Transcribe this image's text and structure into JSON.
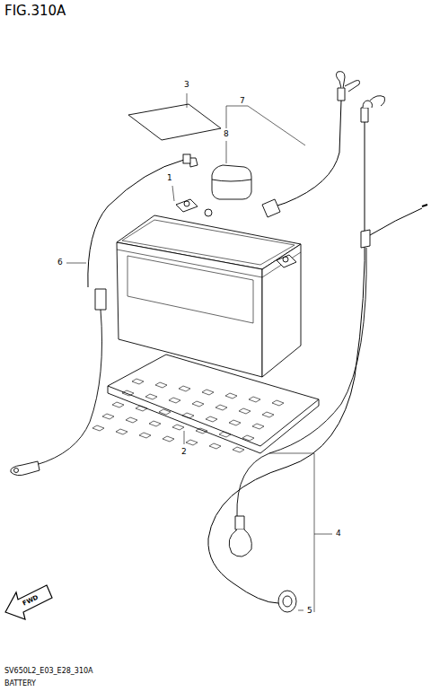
{
  "diagram": {
    "title": "FIG.310A",
    "labels": [
      "3",
      "7",
      "8",
      "1",
      "6",
      "2",
      "4",
      "5",
      "FWD",
      "SV650L2_E03_E28_310A",
      "BATTERY"
    ]
  }
}
